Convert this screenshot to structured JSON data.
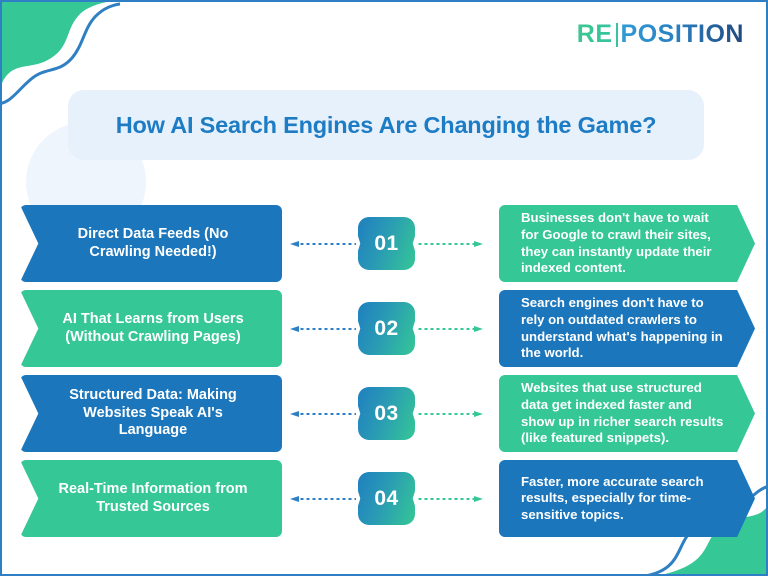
{
  "brand": {
    "logo_part1": "RE",
    "logo_divider": "|",
    "logo_part2": "POSITION",
    "green": "#35c795",
    "blue": "#1b76bc",
    "title_blue": "#1d7cc4",
    "title_bg": "#e6f1fc"
  },
  "header": {
    "title": "How AI Search Engines Are Changing the Game?"
  },
  "rows": [
    {
      "number": "01",
      "left_label": "Direct Data Feeds (No Crawling Needed!)",
      "left_color": "blue",
      "right_label": "Businesses don't have to wait for Google to crawl their sites, they can instantly update their indexed content.",
      "right_color": "green"
    },
    {
      "number": "02",
      "left_label": "AI That Learns from Users (Without Crawling Pages)",
      "left_color": "green",
      "right_label": "Search engines don't have to rely on outdated crawlers to understand what's happening in the world.",
      "right_color": "blue"
    },
    {
      "number": "03",
      "left_label": "Structured Data: Making Websites Speak AI's Language",
      "left_color": "blue",
      "right_label": "Websites that use structured data get indexed faster and show up in richer search results (like featured snippets).",
      "right_color": "green"
    },
    {
      "number": "04",
      "left_label": "Real-Time Information from Trusted Sources",
      "left_color": "green",
      "right_label": "Faster, more accurate search results, especially for time-sensitive topics.",
      "right_color": "blue"
    }
  ]
}
